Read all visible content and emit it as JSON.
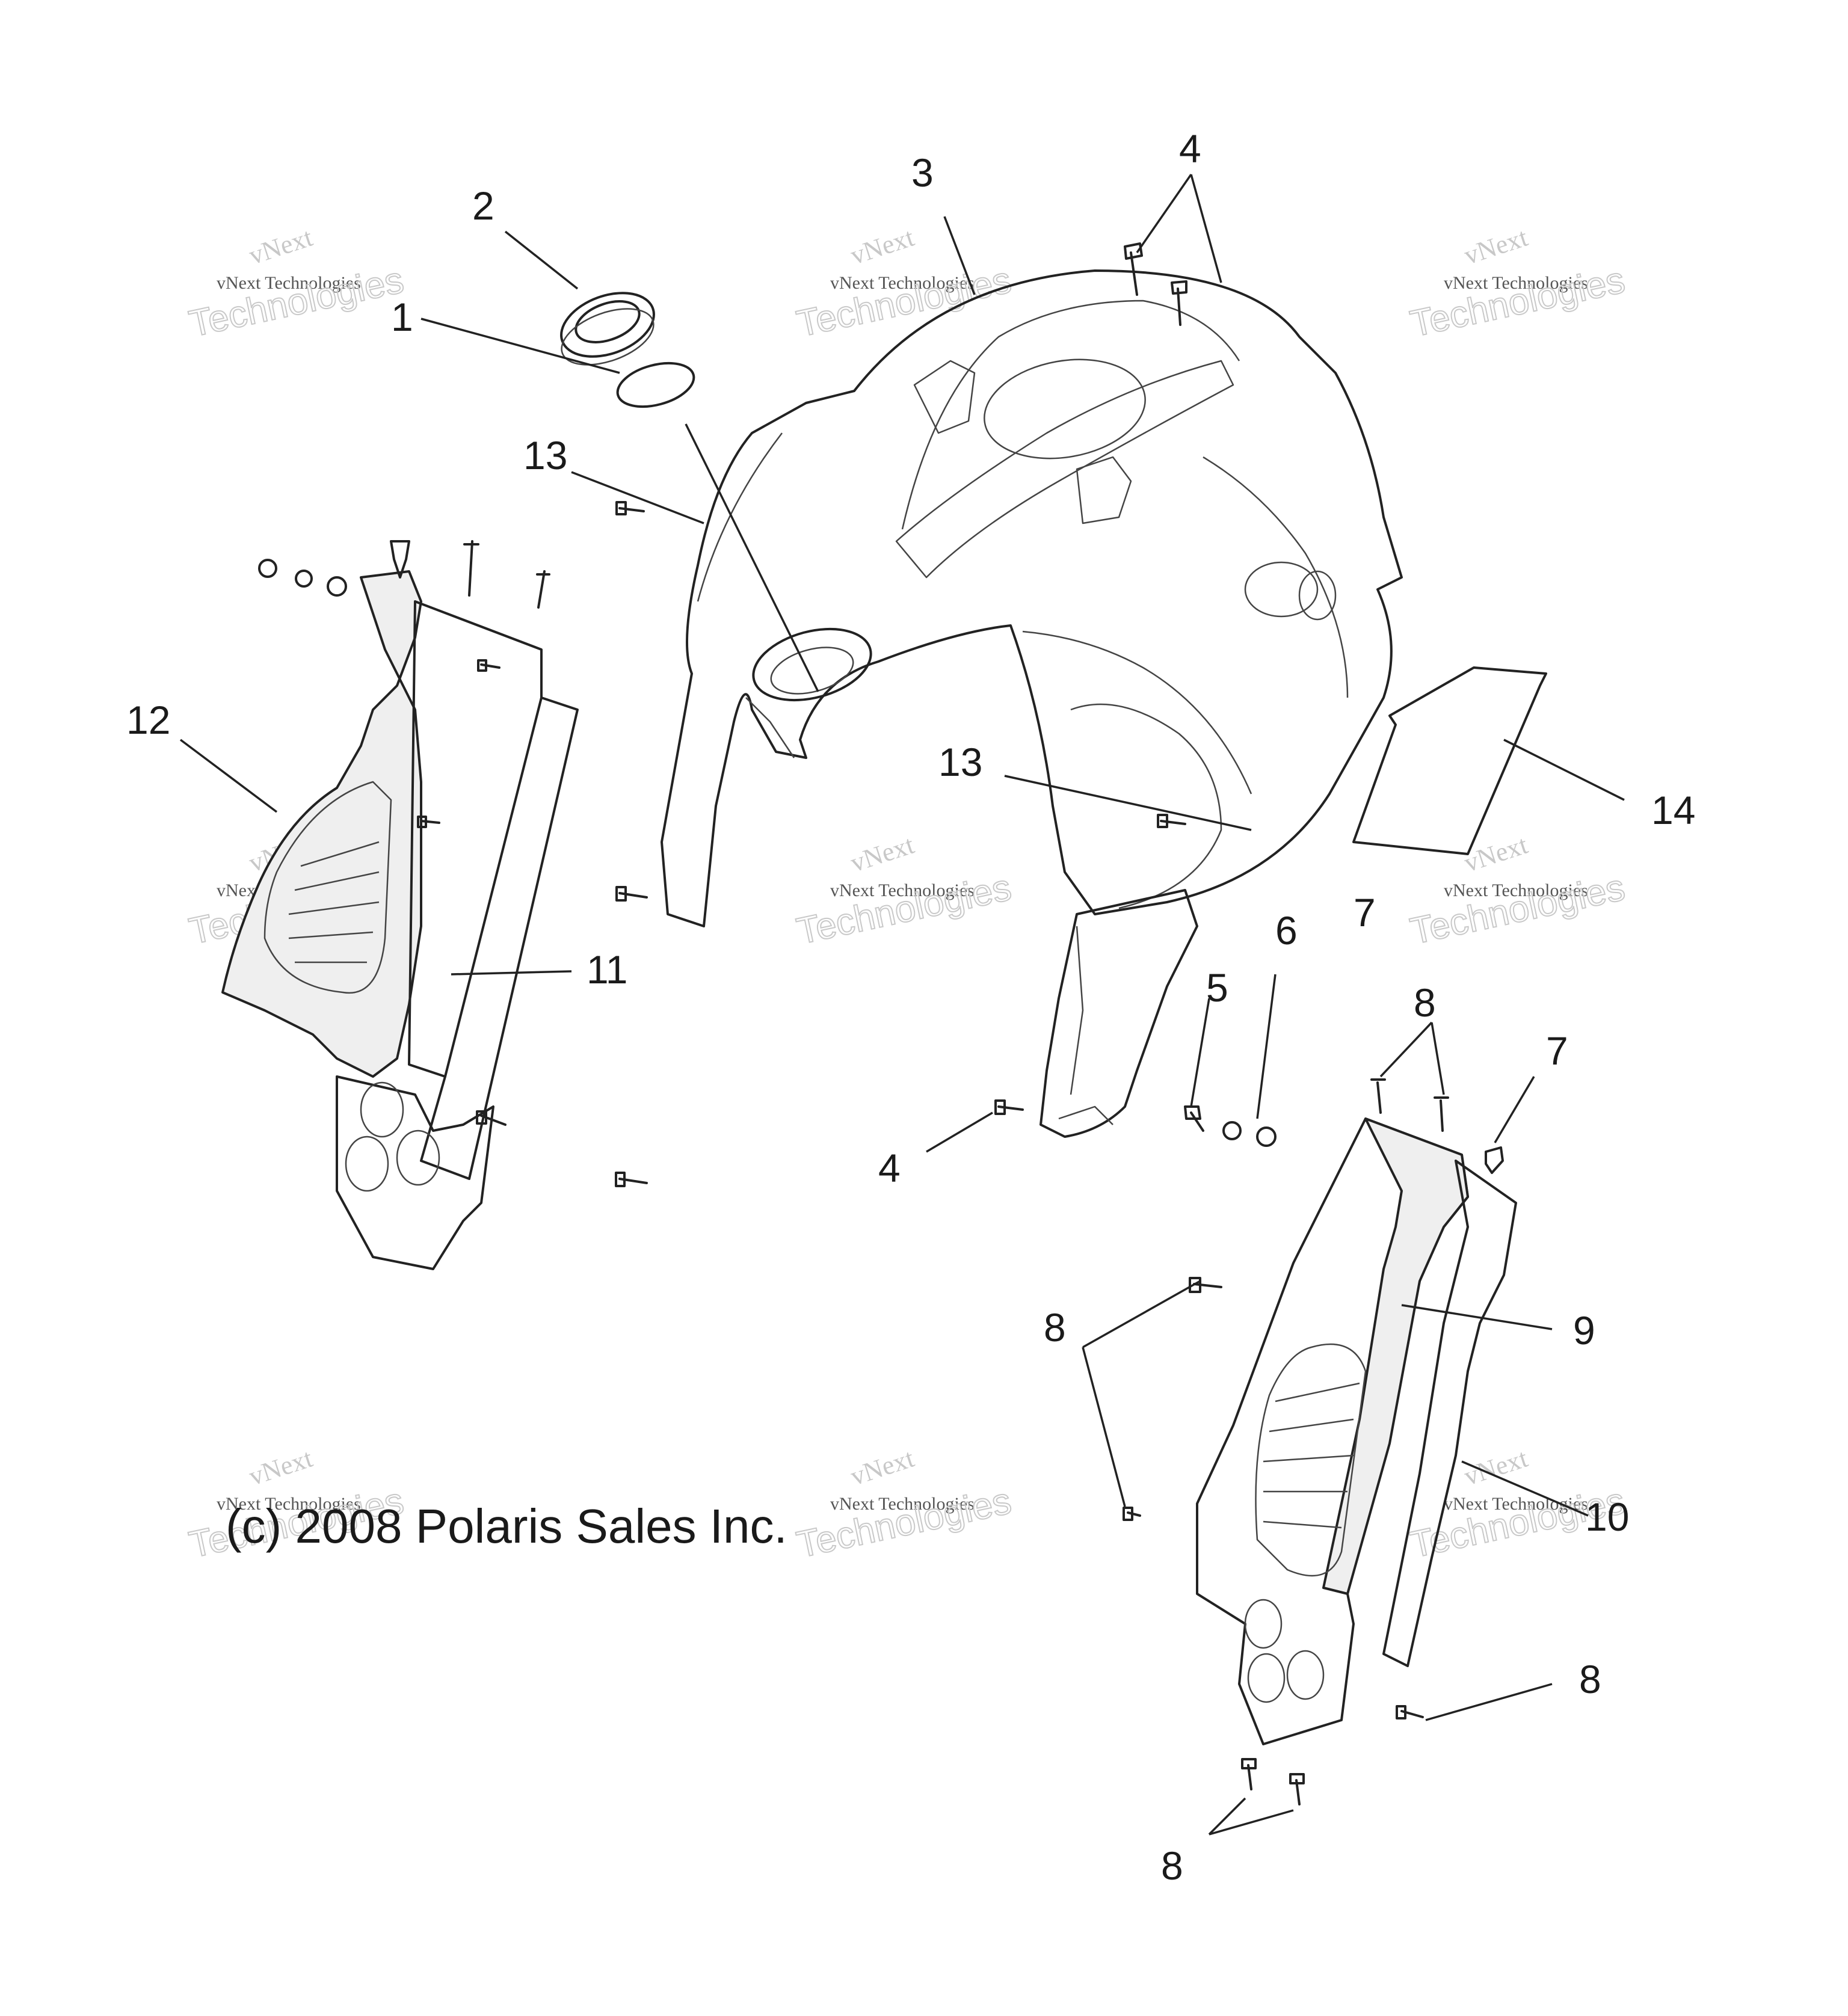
{
  "copyright": "(c) 2008 Polaris Sales Inc.",
  "watermark": {
    "line1": "vNext",
    "line2": "vNext Technologies",
    "line3": "Technologies"
  },
  "callouts": {
    "c1": "1",
    "c2": "2",
    "c3": "3",
    "c4a": "4",
    "c4b": "4",
    "c5": "5",
    "c6": "6",
    "c7a": "7",
    "c7b": "7",
    "c8a": "8",
    "c8b": "8",
    "c8c": "8",
    "c8d": "8",
    "c9": "9",
    "c10": "10",
    "c11": "11",
    "c12": "12",
    "c13a": "13",
    "c13b": "13",
    "c14": "14"
  }
}
